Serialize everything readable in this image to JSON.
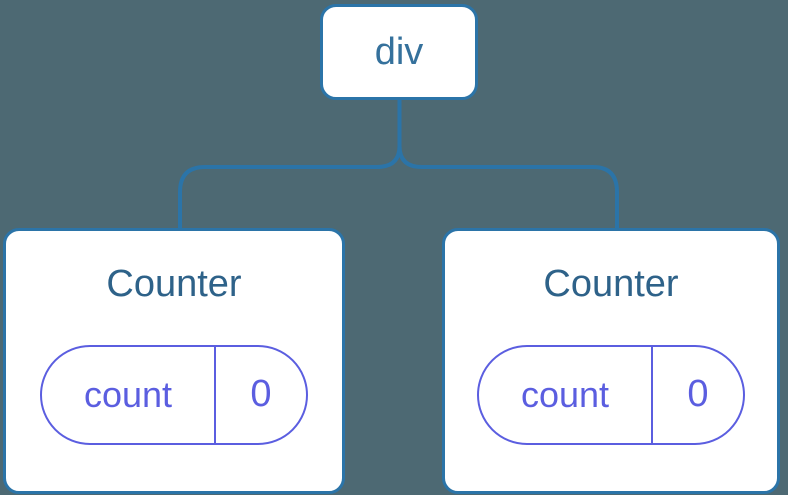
{
  "colors": {
    "bg": "#4d6973",
    "accent": "#2b74a8",
    "nodeText": "#35719c",
    "title": "#2e6289",
    "purple": "#5b5ee0"
  },
  "tree": {
    "root": {
      "label": "div"
    },
    "children": [
      {
        "title": "Counter",
        "state": {
          "key": "count",
          "value": "0"
        }
      },
      {
        "title": "Counter",
        "state": {
          "key": "count",
          "value": "0"
        }
      }
    ]
  }
}
